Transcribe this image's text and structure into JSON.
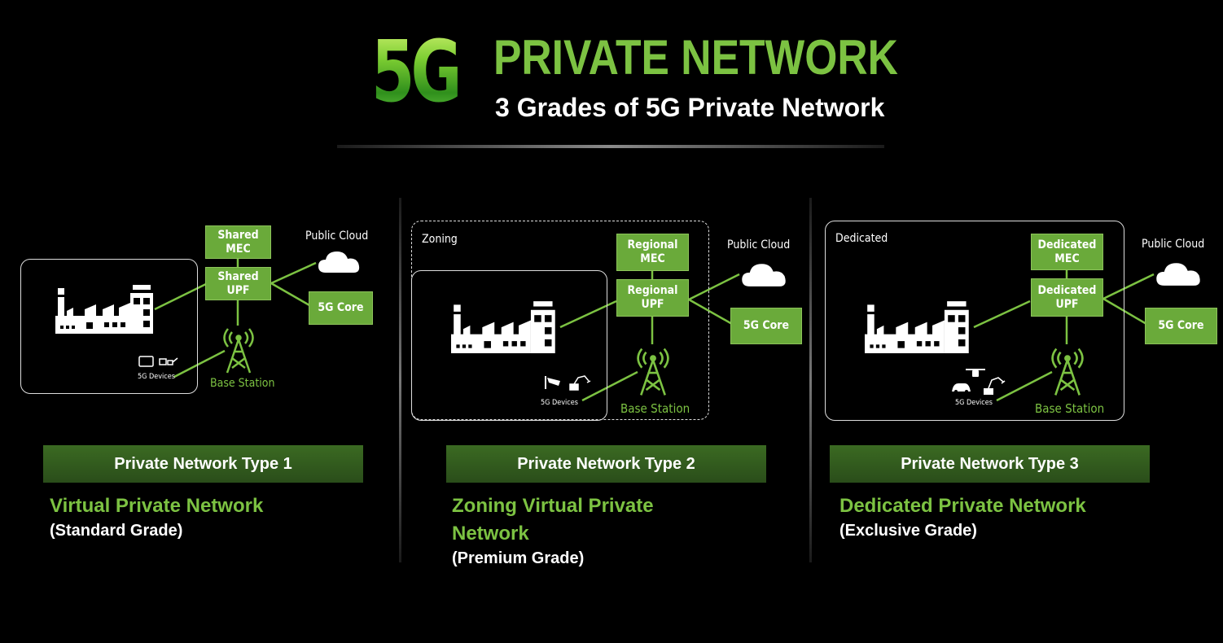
{
  "header": {
    "logo": "5G",
    "title": "PRIVATE NETWORK",
    "subtitle": "3 Grades of 5G Private Network"
  },
  "colors": {
    "accent_green": "#7cc242",
    "box_green": "#6aaa3a",
    "bar_green": "#2f5a1e",
    "background": "#000000"
  },
  "diagrams": [
    {
      "zone_label": "",
      "mec": [
        "Shared",
        "MEC"
      ],
      "upf": [
        "Shared",
        "UPF"
      ],
      "public_cloud": "Public Cloud",
      "core": "5G Core",
      "base_station": "Base Station",
      "devices": "5G Devices",
      "device_icons": [
        "tablet-icon",
        "vr-glasses-icon"
      ]
    },
    {
      "zone_label": "Zoning",
      "mec": [
        "Regional",
        "MEC"
      ],
      "upf": [
        "Regional",
        "UPF"
      ],
      "public_cloud": "Public Cloud",
      "core": "5G Core",
      "base_station": "Base Station",
      "devices": "5G Devices",
      "device_icons": [
        "cctv-camera-icon",
        "robot-arm-icon"
      ]
    },
    {
      "zone_label": "Dedicated",
      "mec": [
        "Dedicated",
        "MEC"
      ],
      "upf": [
        "Dedicated",
        "UPF"
      ],
      "public_cloud": "Public Cloud",
      "core": "5G Core",
      "base_station": "Base Station",
      "devices": "5G Devices",
      "device_icons": [
        "drone-icon",
        "car-icon",
        "robot-arm-icon"
      ]
    }
  ],
  "types": [
    {
      "bar": "Private Network Type 1",
      "name": "Virtual Private Network",
      "name_line2": "",
      "grade": "(Standard Grade)"
    },
    {
      "bar": "Private Network Type 2",
      "name": "Zoning Virtual Private",
      "name_line2": "Network",
      "grade": "(Premium Grade)"
    },
    {
      "bar": "Private Network Type 3",
      "name": "Dedicated Private Network",
      "name_line2": "",
      "grade": "(Exclusive Grade)"
    }
  ]
}
